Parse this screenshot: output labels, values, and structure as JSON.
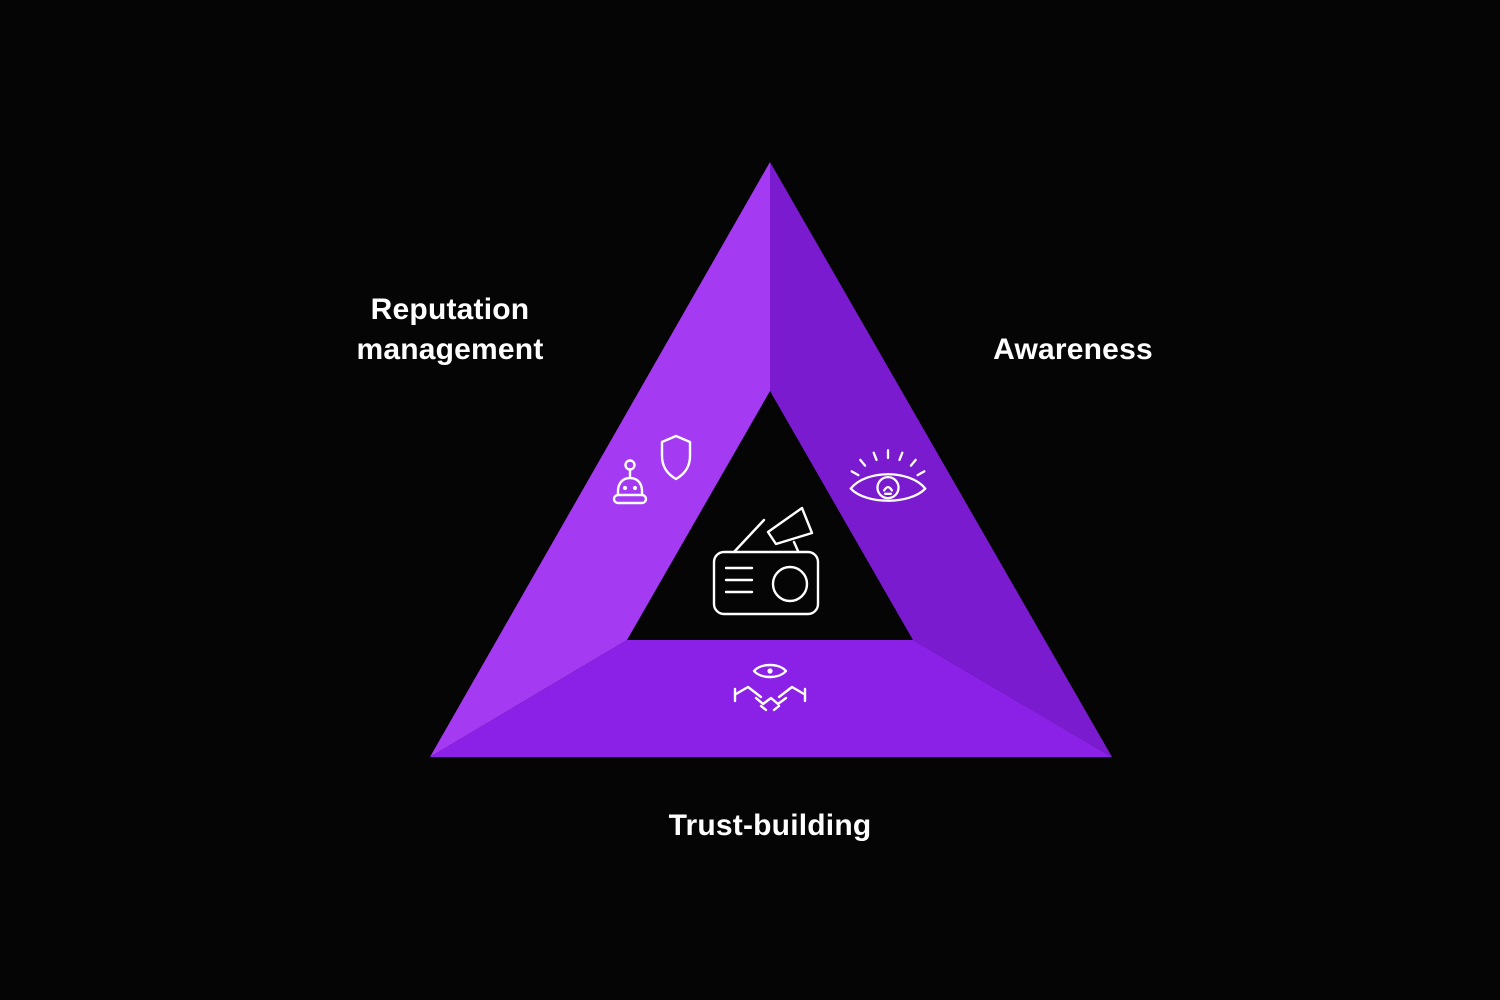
{
  "diagram": {
    "type": "triangle-cycle",
    "background": "#050505",
    "colors": {
      "left_face": "#a43af2",
      "right_face": "#7a1bd0",
      "bottom_face": "#8b21e6",
      "text": "#ffffff",
      "icon_stroke": "#ffffff"
    },
    "labels": {
      "left": "Reputation management",
      "right": "Awareness",
      "bottom": "Trust-building"
    },
    "icons": {
      "left": "chatbot-shield-icon",
      "right": "eye-lightbulb-icon",
      "center": "radio-megaphone-icon",
      "bottom": "handshake-eye-icon"
    }
  }
}
